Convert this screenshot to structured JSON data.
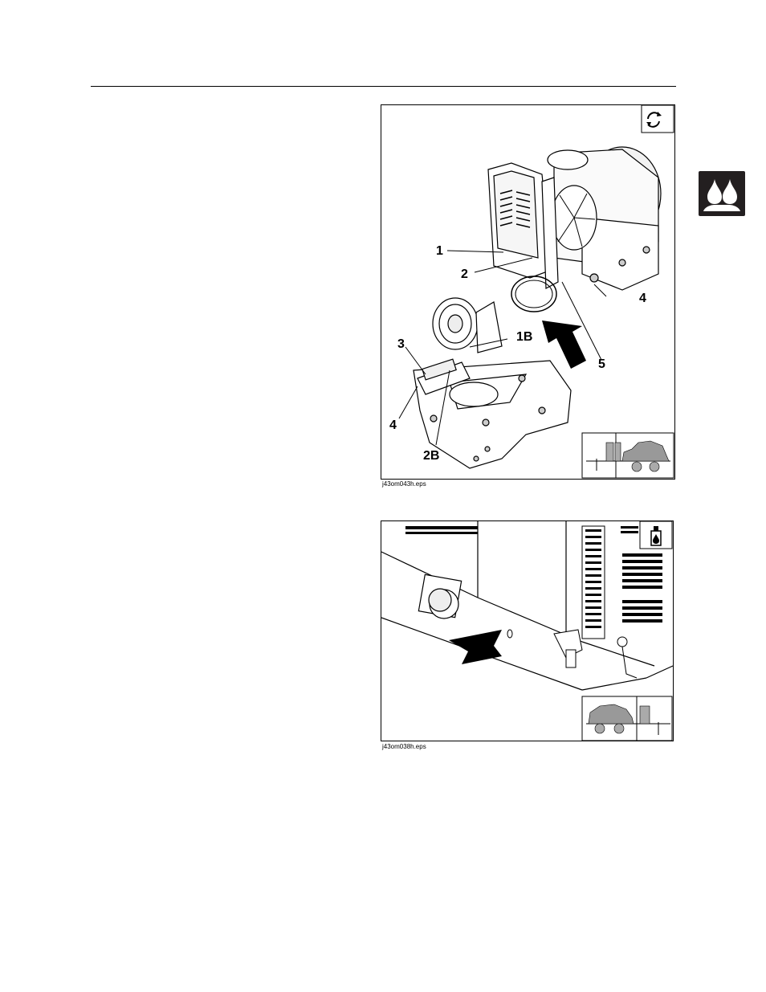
{
  "figures": [
    {
      "caption": "j43om043h.eps",
      "callouts": [
        "1",
        "2",
        "3",
        "4",
        "1B",
        "2B",
        "4",
        "5"
      ]
    },
    {
      "caption": "j43om038h.eps"
    }
  ]
}
